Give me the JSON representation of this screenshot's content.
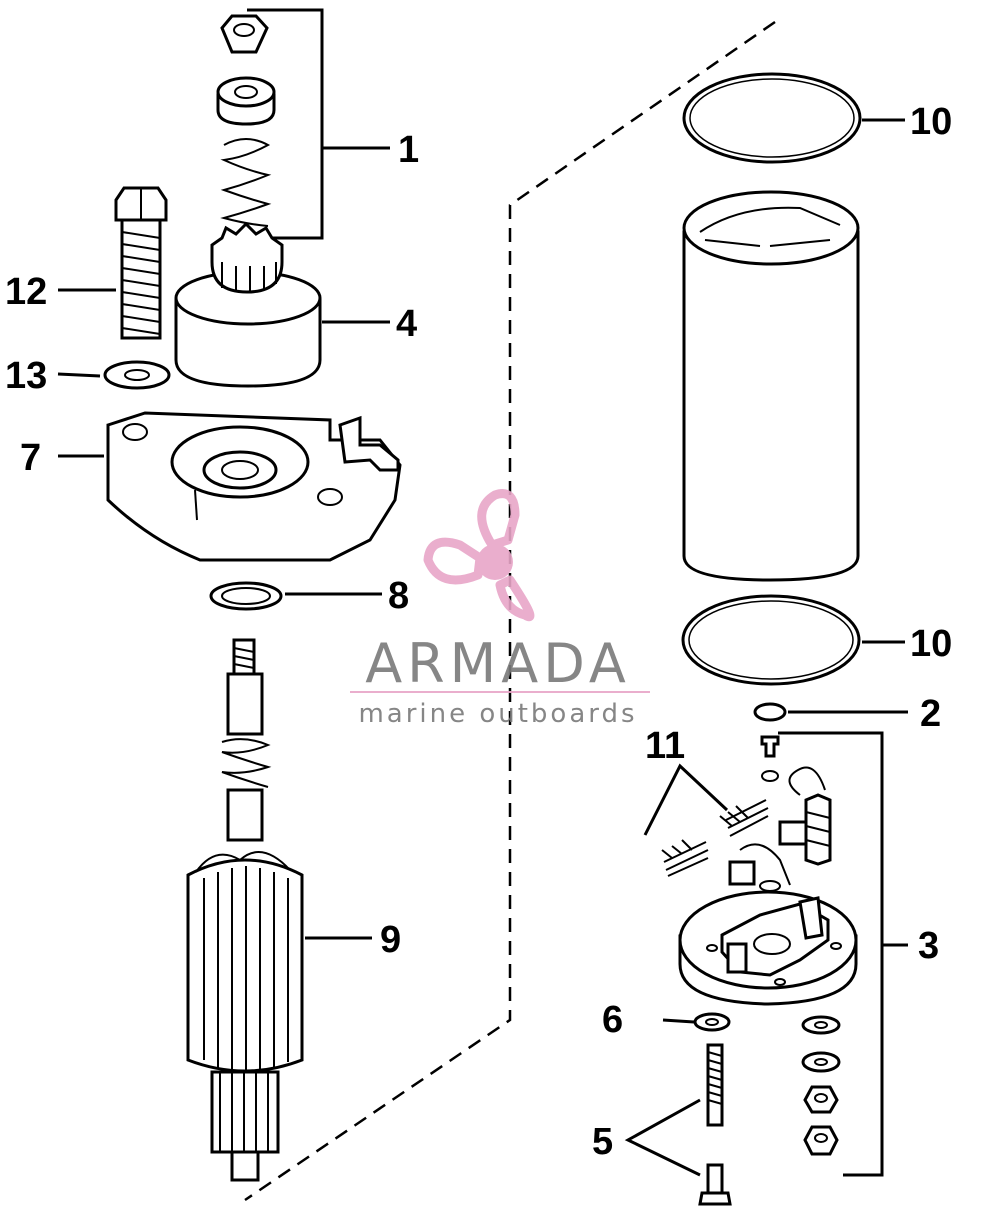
{
  "callouts": {
    "p1": "1",
    "p2": "2",
    "p3": "3",
    "p4": "4",
    "p5": "5",
    "p6": "6",
    "p7": "7",
    "p8": "8",
    "p9": "9",
    "p10_top": "10",
    "p10_bottom": "10",
    "p11": "11",
    "p12": "12",
    "p13": "13"
  },
  "watermark": {
    "brand": "ARMADA",
    "tagline": "marine outboards",
    "colors": {
      "propeller": "#e8a6c8",
      "text": "#7a7a7a",
      "rule": "#e8a6c8"
    }
  }
}
